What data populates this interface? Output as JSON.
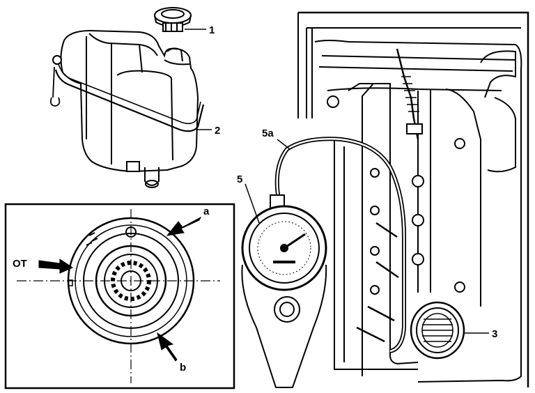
{
  "labels": {
    "cap": "1",
    "reservoir": "2",
    "filler_neck": "3",
    "tester": "5",
    "hose": "5a",
    "mark_a": "a",
    "mark_b": "b",
    "ot": "OT"
  },
  "colors": {
    "ink": "#000000",
    "paper": "#ffffff",
    "shade": "#e6e6e6"
  }
}
